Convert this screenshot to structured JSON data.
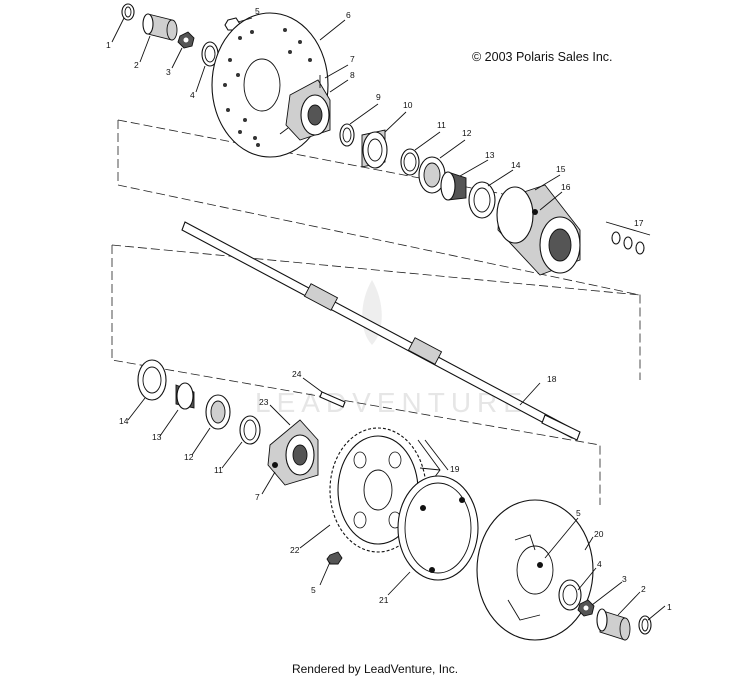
{
  "copyright": "© 2003 Polaris Sales Inc.",
  "footer": "Rendered by LeadVenture, Inc.",
  "watermark": "LEADVENTURE",
  "callouts": {
    "c1a": "1",
    "c2a": "2",
    "c3a": "3",
    "c4a": "4",
    "c5a": "5",
    "c6": "6",
    "c7a": "7",
    "c8": "8",
    "c9": "9",
    "c10": "10",
    "c11a": "11",
    "c12a": "12",
    "c13a": "13",
    "c14a": "14",
    "c15": "15",
    "c16": "16",
    "c17": "17",
    "c18": "18",
    "c14b": "14",
    "c13b": "13",
    "c12b": "12",
    "c11b": "11",
    "c7b": "7",
    "c24": "24",
    "c23": "23",
    "c19": "19",
    "c22": "22",
    "c5b": "5",
    "c21": "21",
    "c5c": "5",
    "c20": "20",
    "c4b": "4",
    "c3b": "3",
    "c2b": "2",
    "c1b": "1"
  }
}
